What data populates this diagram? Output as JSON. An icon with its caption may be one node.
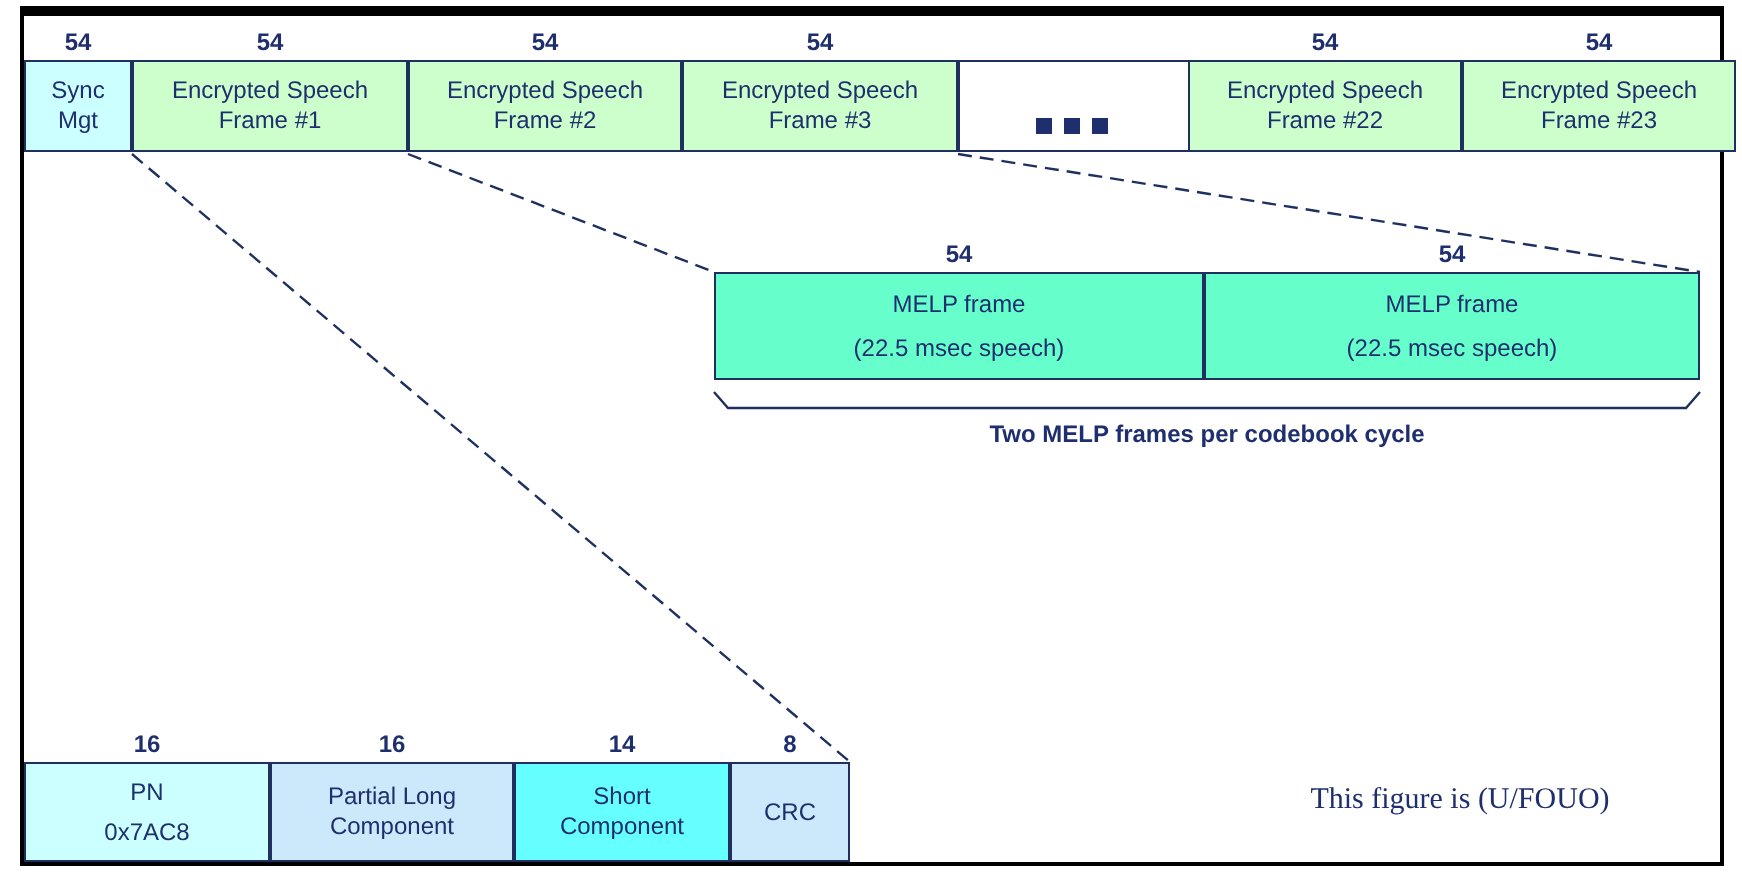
{
  "diagram": {
    "nodes": [
      {
        "text": [
          "Sync Mgt"
        ],
        "beside": [
          "54"
        ]
      },
      {
        "text": [
          "Encrypted Speech Frame #1"
        ],
        "beside": [
          "54"
        ]
      },
      {
        "text": [
          "Encrypted Speech Frame #2"
        ],
        "beside": [
          "54"
        ]
      },
      {
        "text": [
          "Encrypted Speech Frame #3"
        ],
        "beside": [
          "54"
        ]
      },
      {
        "text": [],
        "shape": "box"
      },
      {
        "text": [
          "Encrypted Speech Frame #22"
        ],
        "beside": [
          "54"
        ]
      },
      {
        "text": [
          "Encrypted Speech Frame #23"
        ],
        "beside": [
          "54"
        ]
      },
      {
        "text": [
          "MELP frame",
          "(22.5 msec speech)"
        ],
        "beside": [
          "54"
        ]
      },
      {
        "text": [
          "MELP frame",
          "(22.5 msec speech)"
        ],
        "beside": [
          "54"
        ]
      },
      {
        "text": [
          "PN",
          "0x7AC8"
        ],
        "beside": [
          "16"
        ]
      },
      {
        "text": [
          "Partial Long Component"
        ],
        "beside": [
          "16"
        ]
      },
      {
        "text": [
          "Short Component"
        ],
        "beside": [
          "14"
        ]
      },
      {
        "text": [
          "CRC"
        ],
        "beside": [
          "8"
        ]
      }
    ],
    "edges": [
      {
        "from": 1,
        "to": 7,
        "arrow": "none",
        "style": "dashed"
      },
      {
        "from": 3,
        "to": 8,
        "arrow": "none",
        "style": "dashed"
      },
      {
        "from": 0,
        "to": 12,
        "arrow": "none",
        "style": "dashed"
      }
    ],
    "labels": [
      "Two MELP frames per codebook cycle",
      "This figure is (U/FOUO)"
    ]
  }
}
